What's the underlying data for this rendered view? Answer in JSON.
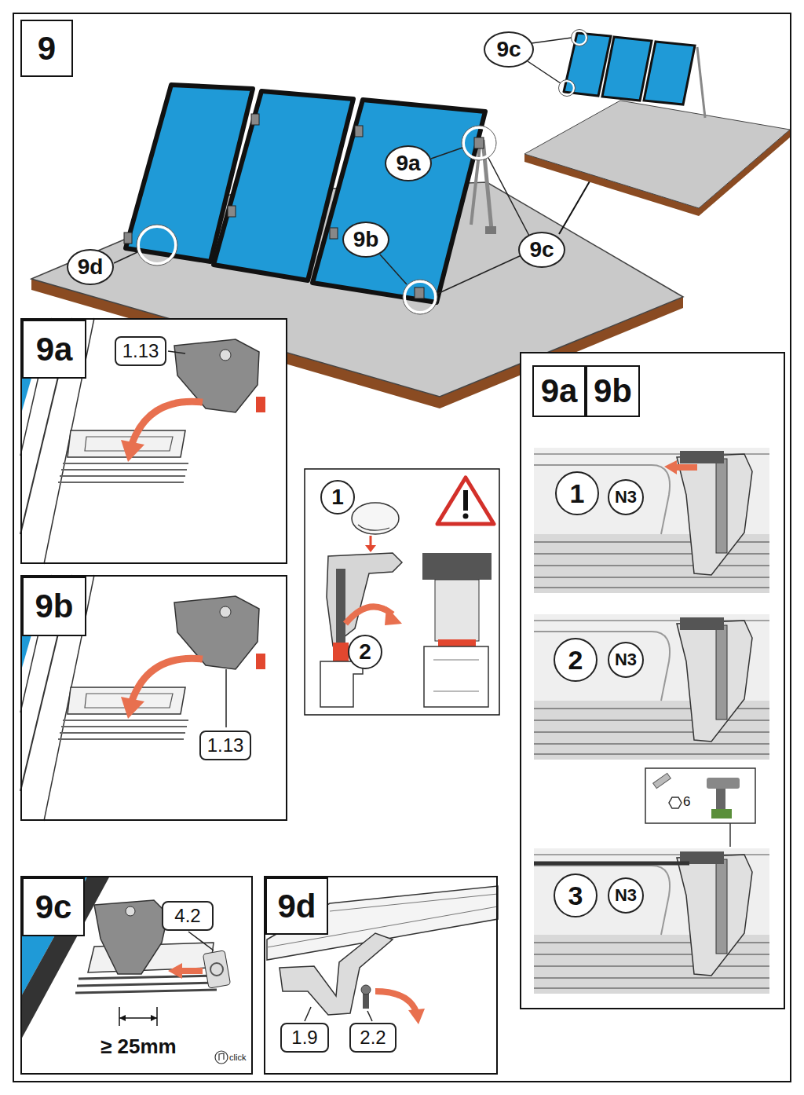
{
  "diagram": {
    "nodes": [
      {
        "text": [
          "9"
        ]
      },
      {
        "text": [
          "9c"
        ],
        "in": 0
      },
      {
        "text": [
          "9a"
        ],
        "in": 0
      },
      {
        "text": [
          "9b"
        ],
        "in": 0
      },
      {
        "text": [
          "9c"
        ],
        "in": 0
      },
      {
        "text": [
          "9d"
        ],
        "in": 0
      },
      {
        "text": [
          "9a"
        ],
        "in": 0
      },
      {
        "text": [
          "1.13"
        ],
        "in": 6
      },
      {
        "text": [
          "1"
        ],
        "in": 0
      },
      {
        "text": [
          "2"
        ],
        "in": 0
      },
      {
        "text": [
          "9a",
          "9b"
        ],
        "in": 0
      },
      {
        "text": [
          "1"
        ],
        "in": 10
      },
      {
        "text": [
          "N3"
        ],
        "in": 10
      },
      {
        "text": [
          "2"
        ],
        "in": 10
      },
      {
        "text": [
          "N3"
        ],
        "in": 10
      },
      {
        "text": [
          "3"
        ],
        "in": 10
      },
      {
        "text": [
          "N3"
        ],
        "in": 10
      },
      {
        "text": [
          "9b"
        ],
        "in": 0
      },
      {
        "text": [
          "1.13"
        ],
        "in": 17
      },
      {
        "text": [
          "9c"
        ],
        "in": 0
      },
      {
        "text": [
          "4.2"
        ],
        "in": 19
      },
      {
        "text": [
          "9d"
        ],
        "in": 0
      },
      {
        "text": [
          "1.9"
        ],
        "in": 21
      },
      {
        "text": [
          "2.2"
        ],
        "in": 21
      }
    ],
    "labels": [
      "≥ 25mm",
      "click",
      "6"
    ]
  }
}
